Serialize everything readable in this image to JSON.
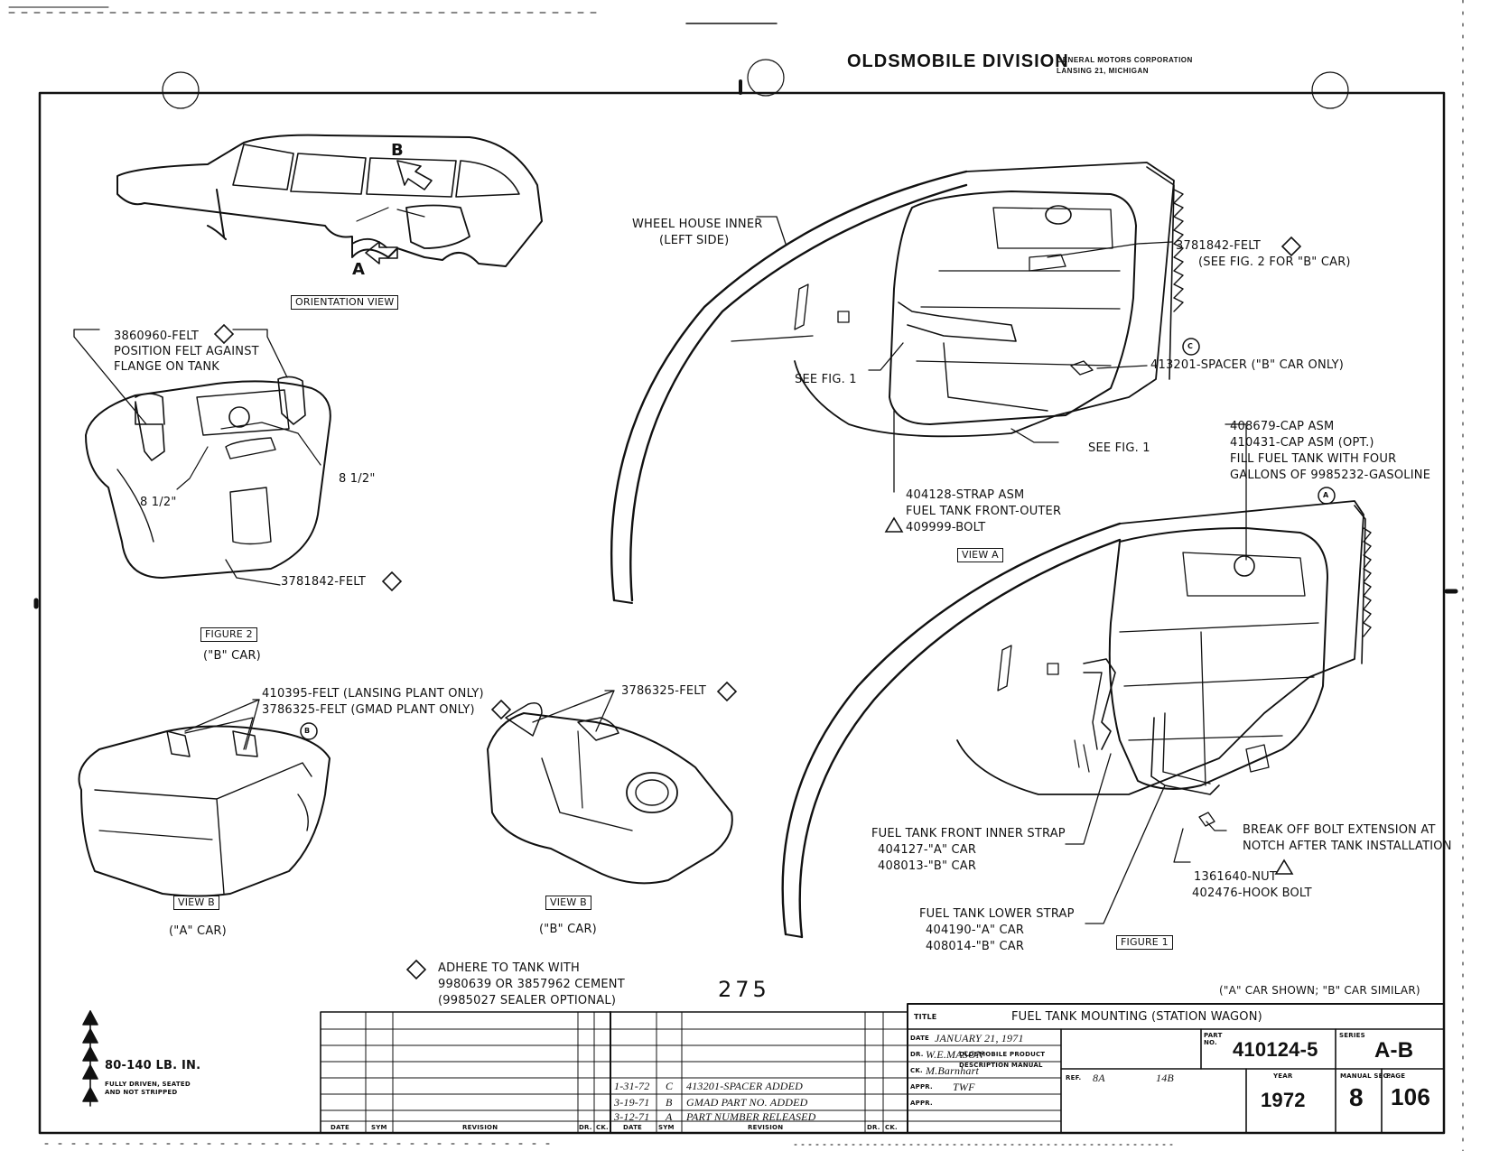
{
  "header": {
    "division": "OLDSMOBILE DIVISION",
    "corp_line1": "GENERAL MOTORS CORPORATION",
    "corp_line2": "LANSING 21, MICHIGAN"
  },
  "views": {
    "orientation": "ORIENTATION VIEW",
    "arrow_a": "A",
    "arrow_b": "B",
    "figure2": "FIGURE 2",
    "figure2_car": "(\"B\" CAR)",
    "view_a": "VIEW A",
    "view_b_left": "VIEW B",
    "view_b_left_car": "(\"A\" CAR)",
    "view_b_right": "VIEW B",
    "view_b_right_car": "(\"B\" CAR)",
    "figure1": "FIGURE 1",
    "a_car_shown": "(\"A\" CAR SHOWN; \"B\" CAR SIMILAR)"
  },
  "callouts": {
    "felt_3860960": "3860960-FELT",
    "position_felt_1": "POSITION FELT AGAINST",
    "position_felt_2": "FLANGE ON TANK",
    "dim_left": "8 1/2\"",
    "dim_right": "8 1/2\"",
    "felt_3781842_fig2": "3781842-FELT",
    "felt_410395": "410395-FELT (LANSING PLANT ONLY)",
    "felt_3786325_gmad": "3786325-FELT (GMAD PLANT ONLY)",
    "circle_b": "B",
    "felt_3786325": "3786325-FELT",
    "wheel_house_1": "WHEEL HOUSE INNER",
    "wheel_house_2": "(LEFT SIDE)",
    "felt_3781842_1": "3781842-FELT",
    "felt_3781842_2": "(SEE FIG. 2 FOR \"B\" CAR)",
    "circle_c": "C",
    "spacer": "413201-SPACER (\"B\" CAR ONLY)",
    "see_fig1_a": "SEE FIG. 1",
    "see_fig1_b": "SEE FIG. 1",
    "strap_1": "404128-STRAP ASM",
    "strap_2": "FUEL TANK FRONT-OUTER",
    "strap_3": "409999-BOLT",
    "cap_1": "408679-CAP ASM",
    "cap_2": "410431-CAP ASM (OPT.)",
    "cap_3": "FILL FUEL TANK WITH FOUR",
    "cap_4": "GALLONS OF 9985232-GASOLINE",
    "circle_a": "A",
    "inner_strap_1": "FUEL TANK FRONT INNER STRAP",
    "inner_strap_2": "404127-\"A\" CAR",
    "inner_strap_3": "408013-\"B\" CAR",
    "break_1": "BREAK OFF BOLT EXTENSION AT",
    "break_2": "NOTCH AFTER TANK INSTALLATION",
    "nut": "1361640-NUT",
    "hook_bolt": "402476-HOOK BOLT",
    "lower_strap_1": "FUEL TANK LOWER STRAP",
    "lower_strap_2": "404190-\"A\" CAR",
    "lower_strap_3": "408014-\"B\" CAR",
    "adhere_1": "ADHERE TO TANK WITH",
    "adhere_2": "9980639 OR 3857962 CEMENT",
    "adhere_3": "(9985027 SEALER OPTIONAL)",
    "page_number": "275",
    "torque": "80-140 LB. IN.",
    "torque_note_1": "FULLY DRIVEN, SEATED",
    "torque_note_2": "AND NOT STRIPPED"
  },
  "title_block": {
    "title_label": "TITLE",
    "title": "FUEL TANK MOUNTING (STATION WAGON)",
    "date_label": "DATE",
    "date": "JANUARY 21, 1971",
    "dr_label": "DR.",
    "dr": "W.E.MASON",
    "ck_label": "CK.",
    "ck": "M.Barnhart",
    "appr_label": "APPR.",
    "appr": "TWF",
    "appr2_label": "APPR.",
    "product_1": "OLDSMOBILE PRODUCT",
    "product_2": "DESCRIPTION MANUAL",
    "ref_label": "REF.",
    "ref_1": "8A",
    "ref_2": "14B",
    "part_label": "PART NO.",
    "part_no": "410124-5",
    "series_label": "SERIES",
    "series": "A-B",
    "year_label": "YEAR",
    "year": "1972",
    "manual_label": "MANUAL SEC.",
    "manual": "8",
    "page_label": "PAGE",
    "page": "106"
  },
  "revisions": {
    "headers": [
      "DATE",
      "SYM",
      "REVISION",
      "DR.",
      "CK.",
      "DATE",
      "SYM",
      "REVISION",
      "DR.",
      "CK."
    ],
    "rows": [
      {
        "date": "1-31-72",
        "sym": "C",
        "text": "413201-SPACER ADDED"
      },
      {
        "date": "3-19-71",
        "sym": "B",
        "text": "GMAD PART NO. ADDED"
      },
      {
        "date": "3-12-71",
        "sym": "A",
        "text": "PART NUMBER RELEASED"
      }
    ]
  }
}
